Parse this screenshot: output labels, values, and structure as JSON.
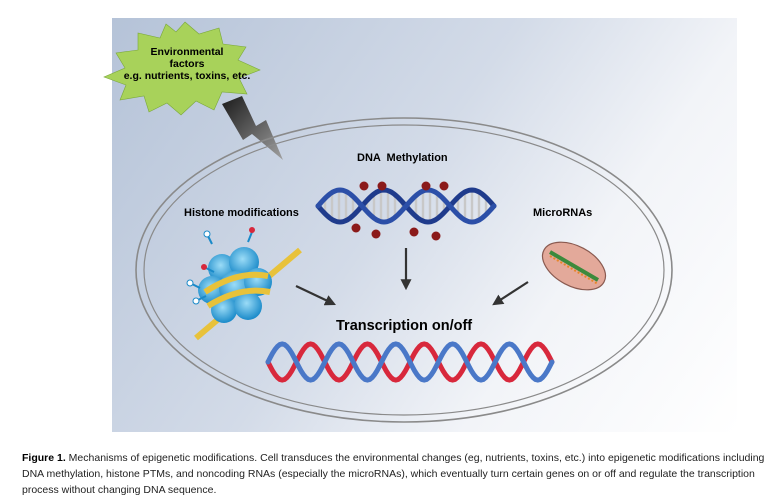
{
  "environment": {
    "line1": "Environmental",
    "line2": "factors",
    "line3": "e.g. nutrients, toxins, etc."
  },
  "labels": {
    "dna_methylation": "DNA  Methylation",
    "histone_modifications": "Histone modifications",
    "micrornas": "MicroRNAs",
    "transcription": "Transcription on/off"
  },
  "caption": {
    "label": "Figure 1.",
    "text": " Mechanisms of epigenetic modifications. Cell transduces the environmental changes (eg, nutrients, toxins, etc.) into epigenetic modifications including DNA methylation, histone PTMs, and noncoding RNAs (especially the microRNAs), which eventually turn certain genes on or off and regulate the transcription process without changing DNA sequence."
  },
  "colors": {
    "starburst": "#a8d25a",
    "cell_outline": "#8a8a8a",
    "dna_methylation_helix": "#1f3b8c",
    "methyl_marker": "#8b1a1a",
    "nucleosome": "#36a9e1",
    "histone_tail": "#e8c23a",
    "microrna_vesicle": "#e3a99a",
    "transcription_helix_red": "#d8283c",
    "transcription_helix_blue": "#4a78c8",
    "rungs": "#9a7ab8",
    "arrow": "#333333"
  }
}
